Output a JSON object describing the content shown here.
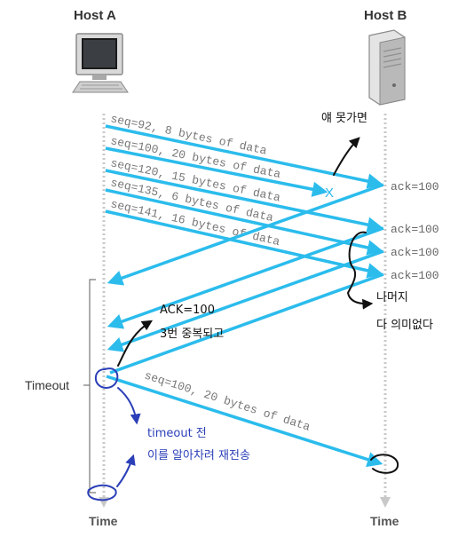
{
  "hosts": {
    "a": "Host A",
    "b": "Host B"
  },
  "time_labels": {
    "a": "Time",
    "b": "Time"
  },
  "timeout_label": "Timeout",
  "segments": [
    "seq=92, 8 bytes of data",
    "seq=100, 20 bytes of data",
    "seq=120, 15 bytes of data",
    "seq=135, 6 bytes of data",
    "seq=141, 16 bytes of data"
  ],
  "retransmit": "seq=100, 20 bytes of data",
  "lost_marker": "X",
  "acks": [
    "ack=100",
    "ack=100",
    "ack=100",
    "ack=100"
  ],
  "annotations": {
    "lost_note": "얘 못가면",
    "rest_note_1": "나머지",
    "rest_note_2": "다 의미없다",
    "dup_ack_1": "ACK=100",
    "dup_ack_2": "3번 중복되고",
    "timeout_note_1": "timeout 전",
    "timeout_note_2": "이를 알아차려 재전송"
  },
  "colors": {
    "arrow": "#2bbcec",
    "lifeline": "#c8c8c8",
    "ink_black": "#111111",
    "ink_blue": "#2b3fb8"
  },
  "icons": {
    "host_a": "desktop-computer-icon",
    "host_b": "server-tower-icon"
  }
}
